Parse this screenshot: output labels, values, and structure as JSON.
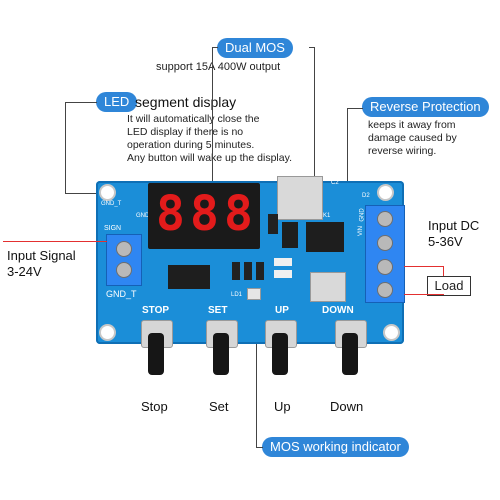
{
  "callouts": {
    "dual_mos": {
      "title": "Dual MOS",
      "text": "support 15A 400W output"
    },
    "led": {
      "title": "LED",
      "suffix": "segment display",
      "text": [
        "It will automatically close the",
        "LED display if there is no",
        "operation during 5 minutes.",
        "Any button will wake up the display."
      ]
    },
    "reverse": {
      "title": "Reverse Protection",
      "text": [
        "keeps it away from",
        "damage caused by",
        "reverse wiring."
      ]
    },
    "mos_indicator": {
      "title": "MOS working indicator"
    }
  },
  "labels": {
    "input_signal": "Input Signal",
    "input_signal_range": "3-24V",
    "input_dc": "Input DC",
    "input_dc_range": "5-36V",
    "load": "Load"
  },
  "board": {
    "display_digits": [
      "8",
      "8",
      "8"
    ],
    "buttons": [
      "STOP",
      "SET",
      "UP",
      "DOWN"
    ],
    "silk": {
      "gnd_t_top": "GND_T",
      "gnd": "GND",
      "sign": "SIGN",
      "gnd_t": "GND_T",
      "vin": "VIN",
      "gnd2": "GND",
      "d2": "D2",
      "c2": "C2",
      "ld1": "LD1",
      "k1": "K1"
    }
  },
  "bottom_labels": [
    "Stop",
    "Set",
    "Up",
    "Down"
  ],
  "colors": {
    "accent": "#2f86d8",
    "board": "#1b8ed8",
    "segment": "#e31b1b",
    "pointer_red": "#e33030"
  }
}
